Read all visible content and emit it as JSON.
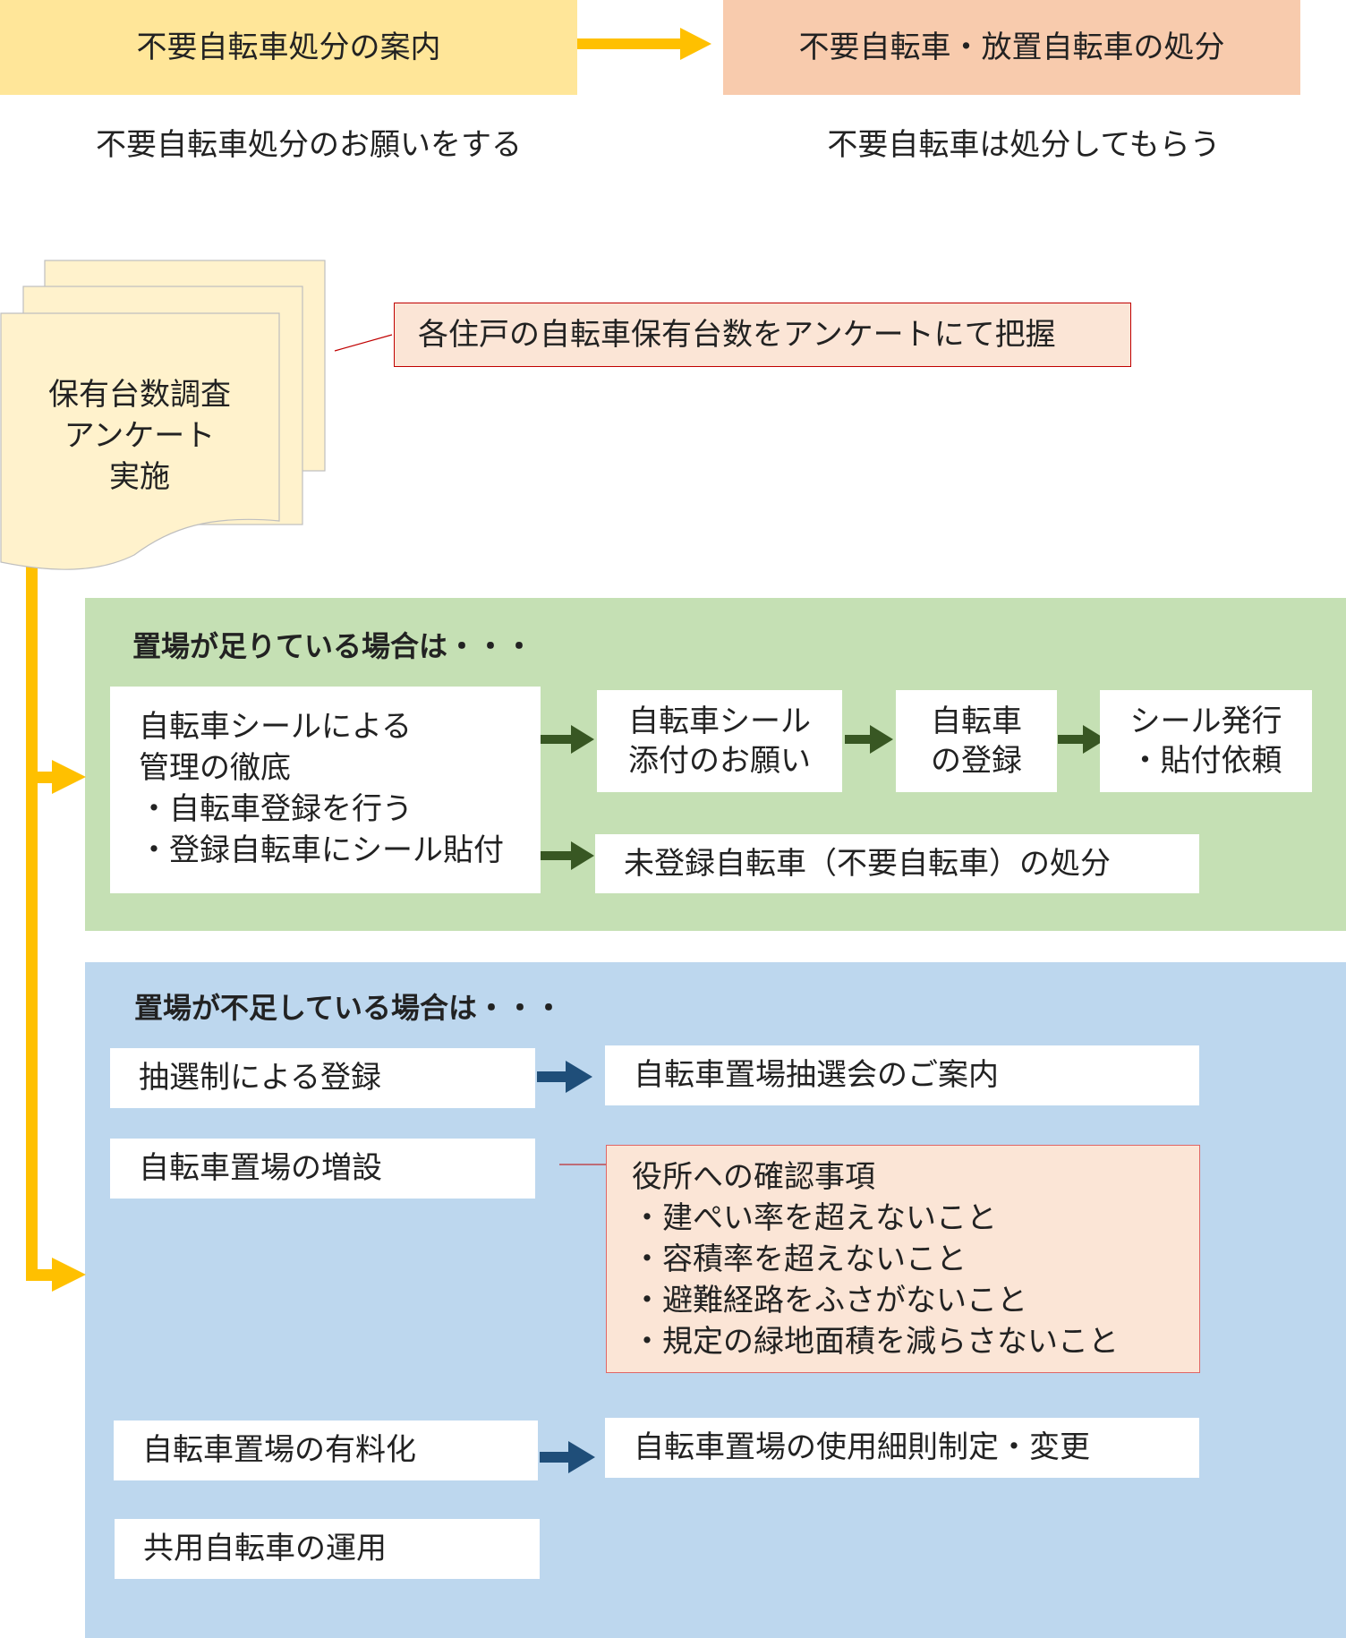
{
  "header": {
    "left_title": "不要自転車処分の案内",
    "left_sub": "不要自転車処分のお願いをする",
    "right_title": "不要自転車・放置自転車の処分",
    "right_sub": "不要自転車は処分してもらう"
  },
  "survey": {
    "doc_lines": [
      "保有台数調査",
      "アンケート",
      "実施"
    ],
    "callout": "各住戸の自転車保有台数をアンケートにて把握"
  },
  "sufficient": {
    "heading": "置場が足りている場合は・・・",
    "main_lines": [
      "自転車シールによる",
      "管理の徹底",
      "・自転車登録を行う",
      "・登録自転車にシール貼付"
    ],
    "step1_lines": [
      "自転車シール",
      "添付のお願い"
    ],
    "step2_lines": [
      "自転車",
      "の登録"
    ],
    "step3_lines": [
      "シール発行",
      "・貼付依頼"
    ],
    "unregistered": "未登録自転車（不要自転車）の処分"
  },
  "insufficient": {
    "heading": "置場が不足している場合は・・・",
    "lottery": "抽選制による登録",
    "lottery_result": "自転車置場抽選会のご案内",
    "expand": "自転車置場の増設",
    "check_lines": [
      "役所への確認事項",
      "・建ぺい率を超えないこと",
      "・容積率を超えないこと",
      "・避難経路をふさがないこと",
      "・規定の緑地面積を減らさないこと"
    ],
    "paid": "自転車置場の有料化",
    "paid_result": "自転車置場の使用細則制定・変更",
    "shared": "共用自転車の運用"
  },
  "colors": {
    "yellow_header": "#FFE699",
    "salmon_header": "#F8CBAD",
    "doc_fill": "#FFF2CC",
    "callout_fill": "#FBE5D6",
    "callout_border": "#C00000",
    "green_panel": "#C5E0B4",
    "blue_panel": "#BDD7EE",
    "orange_arrow": "#FFC000",
    "green_arrow": "#385723",
    "blue_arrow": "#1F4E79"
  }
}
